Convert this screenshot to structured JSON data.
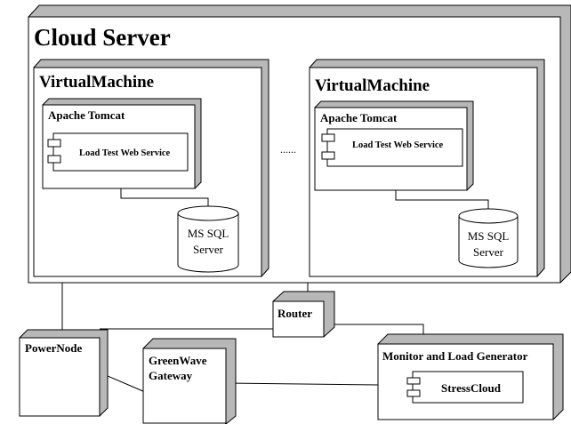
{
  "cloud_server": {
    "title": "Cloud Server"
  },
  "vm1": {
    "title": "VirtualMachine",
    "tomcat": "Apache Tomcat",
    "service": "Load Test Web Service",
    "db_line1": "MS SQL",
    "db_line2": "Server"
  },
  "vm2": {
    "title": "VirtualMachine",
    "tomcat": "Apache Tomcat",
    "service": "Load Test Web Service",
    "db_line1": "MS SQL",
    "db_line2": "Server"
  },
  "ellipsis": "......",
  "router": "Router",
  "powernode": "PowerNode",
  "greenwave_line1": "GreenWave",
  "greenwave_line2": "Gateway",
  "monitor": {
    "title": "Monitor and Load Generator",
    "stresscloud": "StressCloud"
  }
}
